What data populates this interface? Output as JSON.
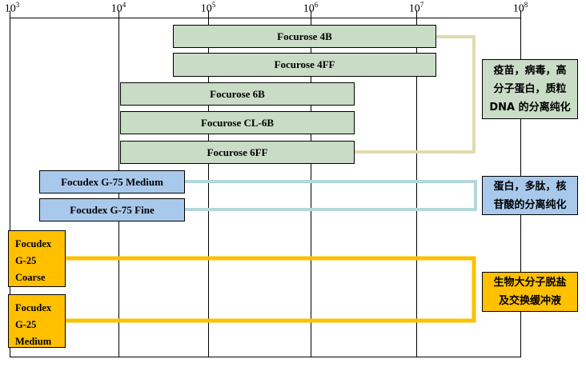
{
  "colors": {
    "focurose_fill": "#C9DCC6",
    "focudex_g75_fill": "#A9C9EC",
    "focudex_g25_fill": "#FFC000",
    "connector_focurose": "#DFDCAE",
    "connector_g75": "#B4D7DC",
    "connector_g25": "#FFC000",
    "line_color": "#000000"
  },
  "axis": {
    "ticks": [
      {
        "base": "10",
        "exp": "3"
      },
      {
        "base": "10",
        "exp": "4"
      },
      {
        "base": "10",
        "exp": "5"
      },
      {
        "base": "10",
        "exp": "6"
      },
      {
        "base": "10",
        "exp": "7"
      },
      {
        "base": "10",
        "exp": "8"
      }
    ]
  },
  "bars": {
    "focurose": [
      {
        "label": "Focurose 4B"
      },
      {
        "label": "Focurose 4FF"
      },
      {
        "label": "Focurose 6B"
      },
      {
        "label": "Focurose CL-6B"
      },
      {
        "label": "Focurose 6FF"
      }
    ],
    "g75": [
      {
        "label": "Focudex G-75 Medium"
      },
      {
        "label": "Focudex G-75 Fine"
      }
    ],
    "g25": [
      {
        "lines": [
          "Focudex",
          "G-25",
          "Coarse"
        ]
      },
      {
        "lines": [
          "Focudex",
          "G-25",
          "Medium"
        ]
      }
    ]
  },
  "annotations": {
    "focurose": {
      "lines": [
        "疫苗，病毒，高",
        "分子蛋白，质粒",
        "DNA 的分离纯化"
      ]
    },
    "g75": {
      "lines": [
        "蛋白，多肽，核",
        "苷酸的分离纯化"
      ]
    },
    "g25": {
      "lines": [
        "生物大分子脱盐",
        "及交换缓冲液"
      ]
    }
  },
  "chart_data": {
    "type": "bar",
    "subtype": "horizontal-range-bars",
    "title": "",
    "xlabel": "",
    "ylabel": "",
    "x_scale": "log10",
    "x_range": [
      1000,
      100000000
    ],
    "x_ticks": [
      "10^3",
      "10^4",
      "10^5",
      "10^6",
      "10^7",
      "10^8"
    ],
    "grid": true,
    "legend_position": "none",
    "series": [
      {
        "name": "Focurose 4B",
        "group": "focurose-agarose",
        "x_start": 40000,
        "x_end": 15000000
      },
      {
        "name": "Focurose 4FF",
        "group": "focurose-agarose",
        "x_start": 40000,
        "x_end": 15000000
      },
      {
        "name": "Focurose 6B",
        "group": "focurose-agarose",
        "x_start": 10000,
        "x_end": 2500000
      },
      {
        "name": "Focurose CL-6B",
        "group": "focurose-agarose",
        "x_start": 10000,
        "x_end": 2500000
      },
      {
        "name": "Focurose 6FF",
        "group": "focurose-agarose",
        "x_start": 10000,
        "x_end": 2500000
      },
      {
        "name": "Focudex G-75 Medium",
        "group": "focudex-g75",
        "x_start": 2000,
        "x_end": 55000
      },
      {
        "name": "Focudex G-75 Fine",
        "group": "focudex-g75",
        "x_start": 2000,
        "x_end": 55000
      },
      {
        "name": "Focudex G-25 Coarse",
        "group": "focudex-g25",
        "x_start": 1000,
        "x_end": 3200
      },
      {
        "name": "Focudex G-25 Medium",
        "group": "focudex-g25",
        "x_start": 1000,
        "x_end": 3200
      }
    ],
    "group_annotations": [
      {
        "group": "focurose-agarose",
        "text": "疫苗，病毒，高分子蛋白，质粒DNA 的分离纯化"
      },
      {
        "group": "focudex-g75",
        "text": "蛋白，多肽，核苷酸的分离纯化"
      },
      {
        "group": "focudex-g25",
        "text": "生物大分子脱盐及交换缓冲液"
      }
    ]
  }
}
